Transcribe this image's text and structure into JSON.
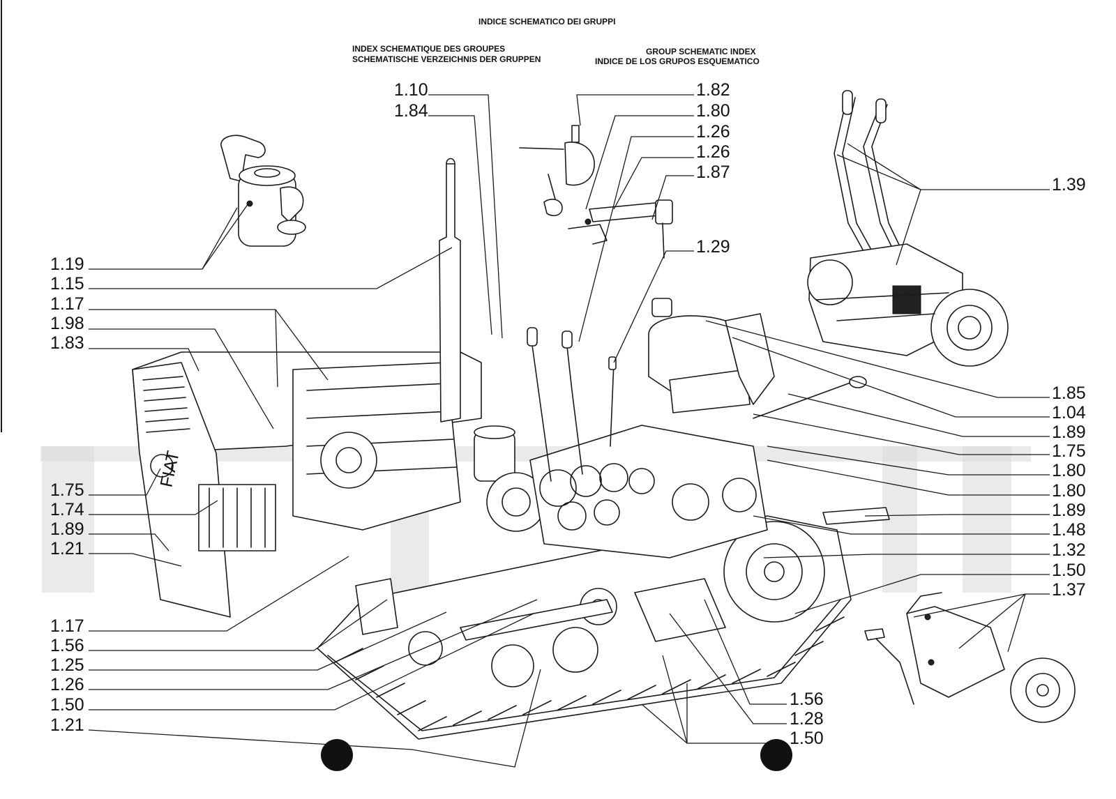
{
  "header": {
    "it": "INDICE SCHEMATICO DEI GRUPPI",
    "fr": "INDEX SCHEMATIQUE DES GROUPES",
    "de": "SCHEMATISCHE VERZEICHNIS DER GRUPPEN",
    "en": "GROUP SCHEMATIC INDEX",
    "es": "INDICE DE LOS GRUPOS ESQUEMATICO"
  },
  "callouts": {
    "top": [
      "1.10",
      "1.84",
      "1.82",
      "1.80",
      "1.26",
      "1.26",
      "1.87",
      "1.29"
    ],
    "left": [
      "1.19",
      "1.15",
      "1.17",
      "1.98",
      "1.83",
      "1.75",
      "1.74",
      "1.89",
      "1.21",
      "1.17",
      "1.56",
      "1.25",
      "1.26",
      "1.50",
      "1.21"
    ],
    "right": [
      "1.39",
      "1.85",
      "1.04",
      "1.89",
      "1.75",
      "1.80",
      "1.80",
      "1.89",
      "1.48",
      "1.32",
      "1.50",
      "1.37"
    ],
    "bottom": [
      "1.56",
      "1.28",
      "1.50"
    ]
  },
  "decor": {
    "bodywork_badge": "FIAT"
  }
}
